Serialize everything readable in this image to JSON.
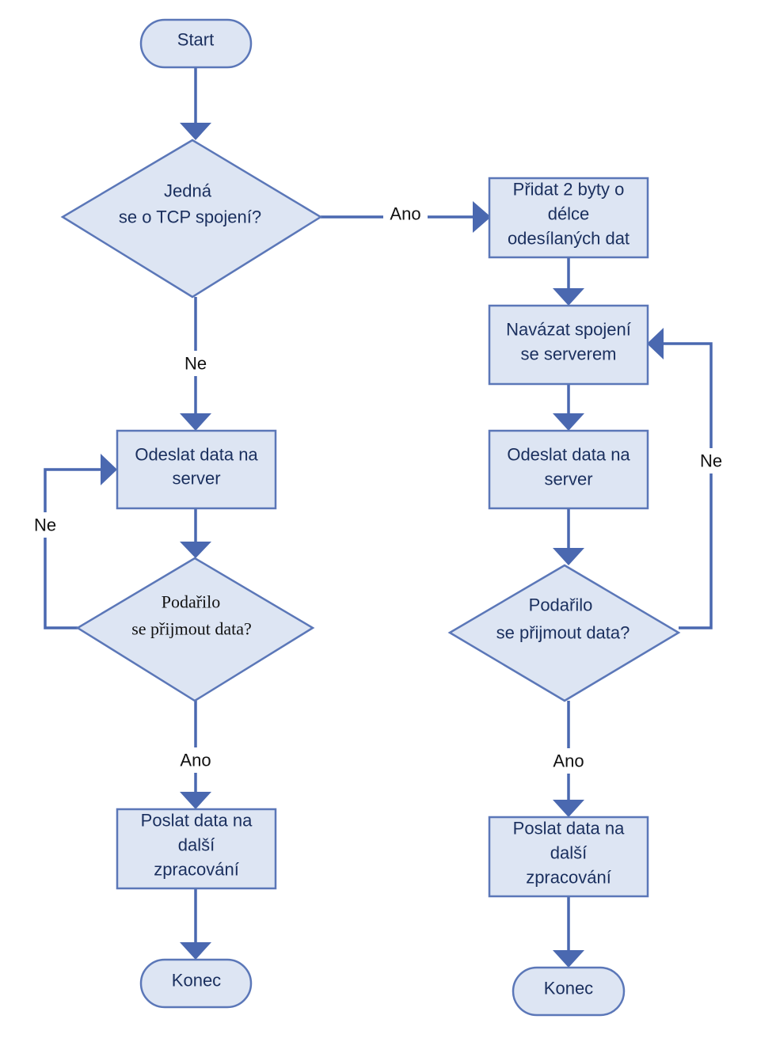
{
  "left": {
    "start": "Start",
    "decision_tcp": [
      "Jedná",
      "se o TCP  spojení?"
    ],
    "send_data": [
      "Odeslat data na",
      "server"
    ],
    "decision_received": [
      "Podařilo",
      "se přijmout  data?"
    ],
    "forward_data": [
      "Poslat data na",
      "další",
      "zpracování"
    ],
    "end": "Konec"
  },
  "right": {
    "add_bytes": [
      "Přidat 2 byty o",
      "délce",
      "odesílaných dat"
    ],
    "connect": [
      "Navázat spojení",
      "se serverem"
    ],
    "send_data": [
      "Odeslat data na",
      "server"
    ],
    "decision_received": [
      "Podařilo",
      "se přijmout  data?"
    ],
    "forward_data": [
      "Poslat data na",
      "další",
      "zpracování"
    ],
    "end": "Konec"
  },
  "edge_labels": {
    "tcp_yes": "Ano",
    "tcp_no": "Ne",
    "left_retry_no": "Ne",
    "left_success_yes": "Ano",
    "right_retry_no": "Ne",
    "right_success_yes": "Ano"
  },
  "colors": {
    "node_fill": "#dde5f3",
    "node_stroke": "#5b77b8",
    "connector": "#4a68b0",
    "node_text": "#1a2f5e"
  }
}
